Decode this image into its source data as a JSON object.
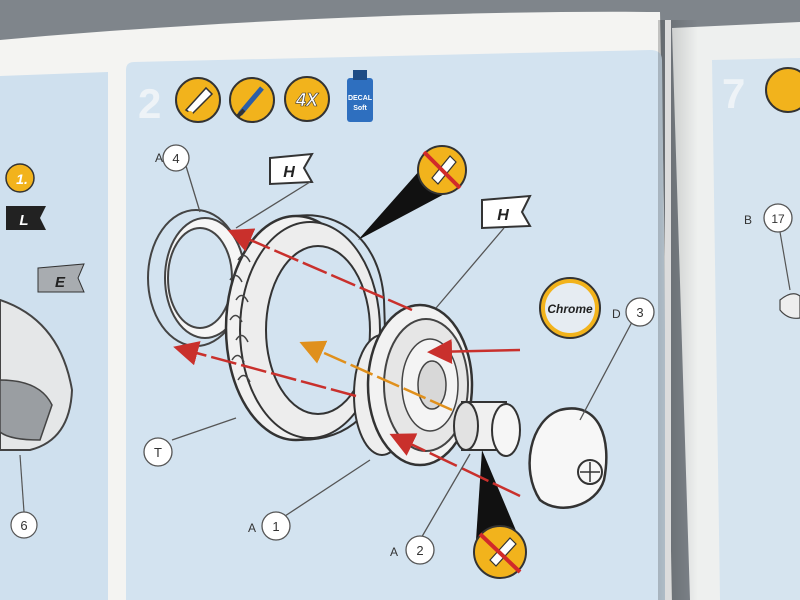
{
  "step_number": "2",
  "next_step_number": "7",
  "header_icons": {
    "multiplier": "4X",
    "decal_line1": "DECAL",
    "decal_line2": "Soft"
  },
  "left_page": {
    "step_badge": "1.",
    "flag_l": "L",
    "flag_e": "E",
    "part_number": "6"
  },
  "flags": {
    "top_left": "H",
    "top_right": "H"
  },
  "finish_badge": "Chrome",
  "parts": [
    {
      "sprue": "A",
      "number": "4"
    },
    {
      "sprue": "",
      "number": "T"
    },
    {
      "sprue": "A",
      "number": "1"
    },
    {
      "sprue": "A",
      "number": "2"
    },
    {
      "sprue": "D",
      "number": "3"
    }
  ],
  "right_page": {
    "sprue": "B",
    "number": "17"
  }
}
